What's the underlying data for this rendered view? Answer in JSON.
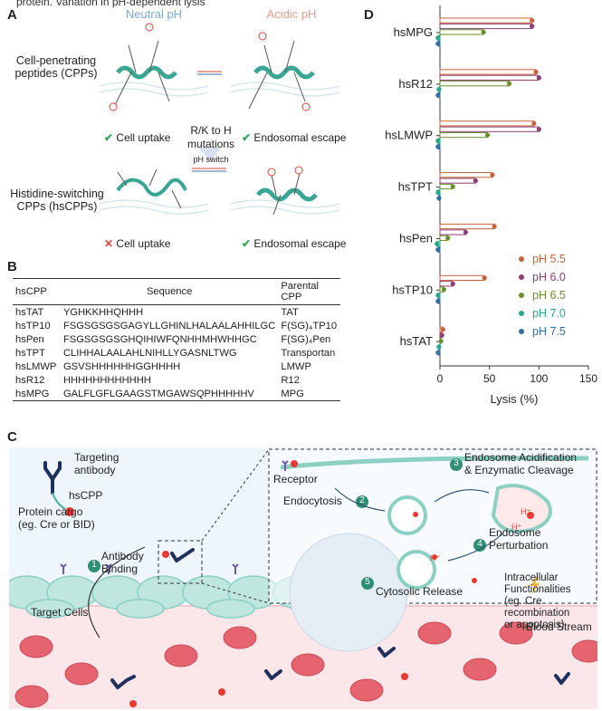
{
  "panel_labels": {
    "a": "A",
    "b": "B",
    "c": "C",
    "d": "D"
  },
  "top_caption": "protein. Variation in pH-dependent lysis",
  "panel_a": {
    "neutral_ph": "Neutral pH",
    "acidic_ph": "Acidic pH",
    "cpp_title_1": "Cell-penetrating",
    "cpp_title_2": "peptides (CPPs)",
    "mutation_1": "R/K to H",
    "mutation_2": "mutations",
    "hscpp_title_1": "Histidine-switching",
    "hscpp_title_2": "CPPs (hsCPPs)",
    "ph_switch": "pH switch",
    "cell_uptake_pos": "Cell uptake",
    "endo_escape_pos": "Endosomal escape",
    "cell_uptake_neg": "Cell uptake",
    "endo_escape_pos2": "Endosomal escape",
    "check_glyph": "✔",
    "cross_glyph": "✕"
  },
  "panel_b": {
    "headers": [
      "hsCPP",
      "Sequence",
      "Parental CPP"
    ],
    "rows": [
      [
        "hsTAT",
        "YGHKKHHQHHH",
        "TAT"
      ],
      [
        "hsTP10",
        "FSGSGSGSGAGYLLGHINLHALAALAHHILGC",
        "F(SG)₄TP10"
      ],
      [
        "hsPen",
        "FSGSGSGSGHQIHIWFQNHHMHWHHGC",
        "F(SG)₄Pen"
      ],
      [
        "hsTPT",
        "CLIHHALAALAHLNIHLLYGASNLTWG",
        "Transportan"
      ],
      [
        "hsLMWP",
        "GSVSHHHHHHGGHHHH",
        "LMWP"
      ],
      [
        "hsR12",
        "HHHHHHHHHHHH",
        "R12"
      ],
      [
        "hsMPG",
        "GALFLGFLGAAGSTMGAWSQPHHHHHV",
        "MPG"
      ]
    ]
  },
  "panel_c": {
    "targeting_1": "Targeting",
    "targeting_2": "antibody",
    "hscpp": "hsCPP",
    "cargo_1": "Protein cargo",
    "cargo_2": "(eg. Cre or BID)",
    "step1_num": "1",
    "step1_1": "Antibody",
    "step1_2": "Binding",
    "target_cells": "Target Cells",
    "receptor": "Receptor",
    "step2_num": "2",
    "step2": "Endocytosis",
    "step3_num": "3",
    "step3_1": "Endosome Acidification",
    "step3_2": "& Enzymatic Cleavage",
    "step4_num": "4",
    "step4_1": "Endosome",
    "step4_2": "Perturbation",
    "step5_num": "5",
    "step5": "Cytosolic Release",
    "intra_1": "Intracellular",
    "intra_2": "Functionalities",
    "intra_3": "(eg. Cre recombination",
    "intra_4": "or apoptosis)",
    "hplus": "H⁺",
    "blood_stream": "Blood Stream"
  },
  "chart_data": {
    "type": "bar",
    "orientation": "horizontal",
    "categories": [
      "hsMPG",
      "hsR12",
      "hsLMWP",
      "hsTPT",
      "hsPen",
      "hsTP10",
      "hsTAT"
    ],
    "xlabel": "Lysis (%)",
    "xlim": [
      0,
      150
    ],
    "xticks": [
      0,
      50,
      100,
      150
    ],
    "series": [
      {
        "name": "pH 5.5",
        "color": "#c9633f",
        "values": [
          93,
          97,
          95,
          53,
          55,
          45,
          3
        ]
      },
      {
        "name": "pH 6.0",
        "color": "#8b3f74",
        "values": [
          93,
          100,
          100,
          36,
          26,
          13,
          2
        ]
      },
      {
        "name": "pH 6.5",
        "color": "#6a8f2f",
        "values": [
          44,
          70,
          48,
          13,
          8,
          4,
          1
        ]
      },
      {
        "name": "pH 7.0",
        "color": "#2aa58a",
        "values": [
          -2,
          -1,
          -2,
          -2,
          -3,
          -2,
          -1
        ]
      },
      {
        "name": "pH 7.5",
        "color": "#346da0",
        "values": [
          -2,
          -2,
          -2,
          -1,
          -2,
          -2,
          -2
        ]
      }
    ],
    "legend_position": "right"
  }
}
